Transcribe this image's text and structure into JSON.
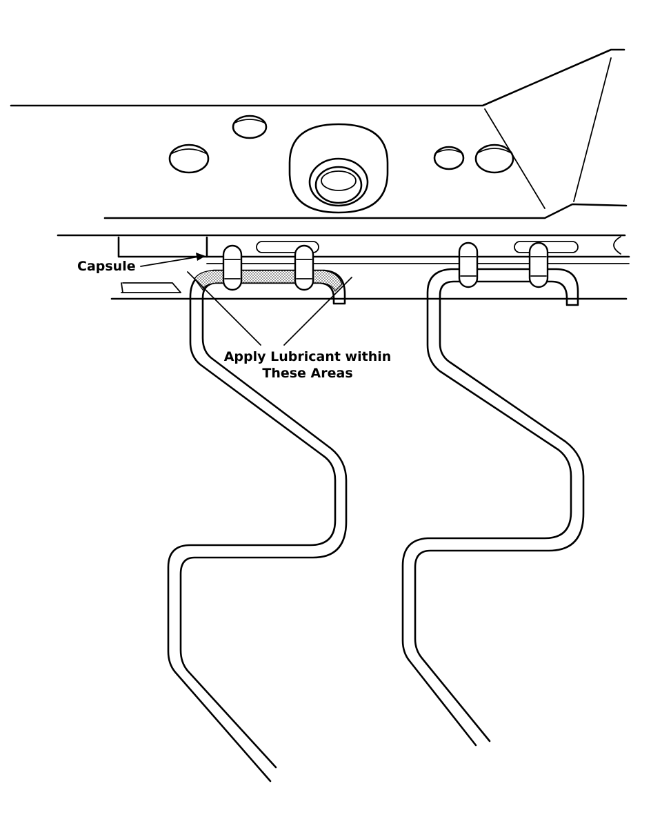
{
  "labels": {
    "capsule": "Capsule",
    "lubricant_line1": "Apply Lubricant within",
    "lubricant_line2": "These Areas"
  },
  "colors": {
    "ink": "#000000",
    "paper": "#ffffff",
    "lubricant_shading": "#9a9a9a"
  }
}
